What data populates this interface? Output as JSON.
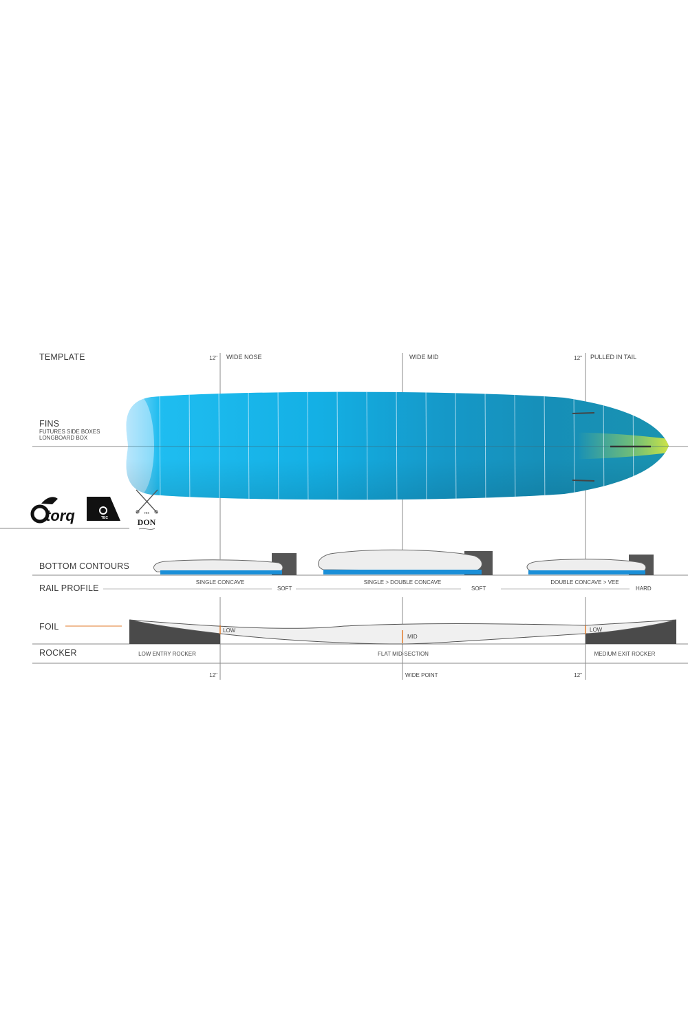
{
  "labels": {
    "template": "TEMPLATE",
    "fins": "FINS",
    "fins_sub1": "FUTURES SIDE BOXES",
    "fins_sub2": "LONGBOARD BOX",
    "bottom_contours": "BOTTOM  CONTOURS",
    "rail_profile": "RAIL PROFILE",
    "foil": "FOIL",
    "rocker": "ROCKER"
  },
  "template_markers": {
    "nose_measure": "12\"",
    "nose": "WIDE NOSE",
    "mid": "WIDE MID",
    "tail_measure": "12\"",
    "tail": "PULLED IN TAIL"
  },
  "contours": [
    {
      "name": "SINGLE CONCAVE",
      "rail": "SOFT"
    },
    {
      "name": "SINGLE > DOUBLE CONCAVE",
      "rail": "SOFT"
    },
    {
      "name": "DOUBLE CONCAVE > VEE",
      "rail": "HARD"
    }
  ],
  "foil_marks": {
    "nose": "LOW",
    "mid": "MID",
    "tail": "LOW"
  },
  "rocker": {
    "entry": "LOW ENTRY ROCKER",
    "mid": "FLAT MID-SECTION",
    "exit": "MEDIUM EXIT ROCKER"
  },
  "bottom_markers": {
    "nose_measure": "12\"",
    "mid": "WIDE POINT",
    "tail_measure": "12\""
  },
  "brands": {
    "torq": "torq",
    "tec": "TEC",
    "don_small": "THE",
    "don": "DON"
  },
  "colors": {
    "board_blue": "#16b3e6",
    "board_teal": "#1896b8",
    "tail_yellow": "#e8f030",
    "rail_blue": "#1a8fd8",
    "foil_accent": "#e07a2a",
    "fin_box": "#555555"
  }
}
